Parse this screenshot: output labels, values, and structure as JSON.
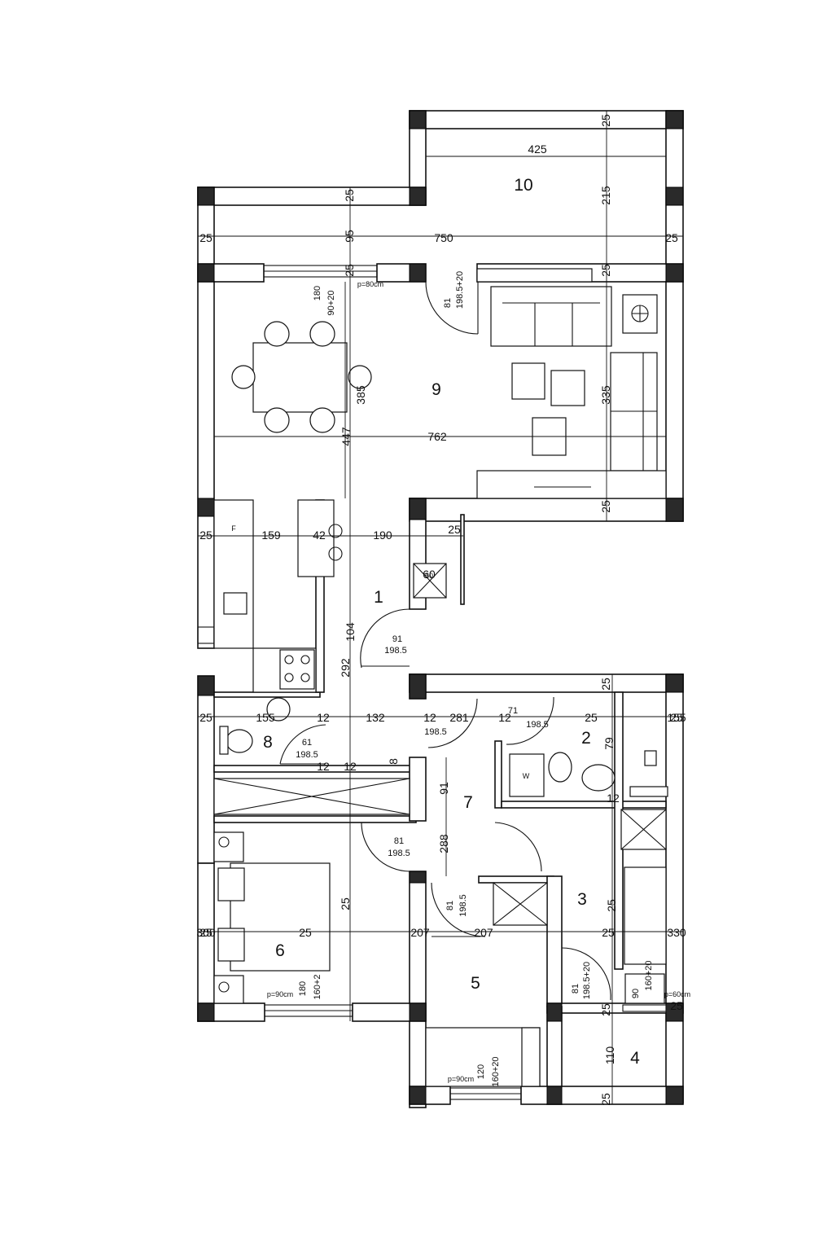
{
  "rooms": [
    "10",
    "9",
    "1",
    "2",
    "8",
    "7",
    "3",
    "6",
    "5",
    "4"
  ],
  "dims_main": [
    "425",
    "215",
    "25",
    "95",
    "750",
    "25",
    "25",
    "25",
    "385",
    "447",
    "335",
    "762",
    "25",
    "159",
    "42",
    "190",
    "25",
    "60",
    "104",
    "292",
    "25",
    "155",
    "132",
    "281",
    "25",
    "155",
    "79",
    "91",
    "288",
    "25",
    "300",
    "25",
    "207",
    "207",
    "25",
    "330",
    "25",
    "110",
    "25",
    "25",
    "25",
    "25",
    "25",
    "25",
    "25",
    "25",
    "12",
    "12",
    "12",
    "12",
    "12",
    "8",
    "25",
    "12"
  ],
  "dims_door": [
    "81",
    "198.5+20",
    "180",
    "90+20",
    "91",
    "198.5",
    "61",
    "198.5",
    "198.5",
    "71",
    "198.5",
    "81",
    "198.5",
    "81",
    "198.5",
    "81",
    "198.5+20",
    "90",
    "160+20",
    "180",
    "160+2",
    "120",
    "160+20"
  ],
  "tags": [
    "p=80cm",
    "p=90cm",
    "p=90cm",
    "p=60cm",
    "F",
    "W",
    "60"
  ]
}
